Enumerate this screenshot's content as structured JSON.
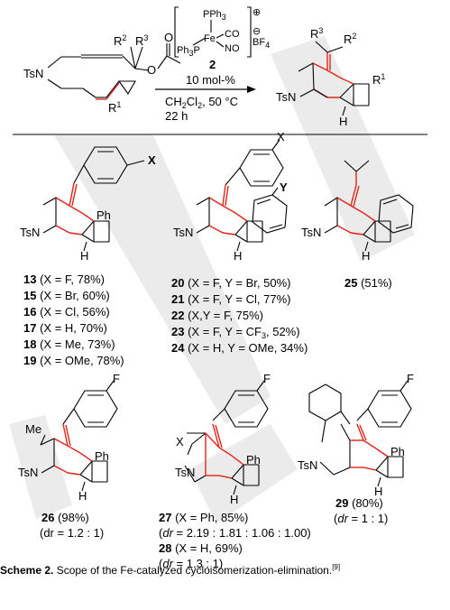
{
  "colors": {
    "accent_red": "#e2231a",
    "watermark": "#ebebeb",
    "text": "#000000"
  },
  "reaction": {
    "catalyst_ligand_top": "PPh",
    "catalyst_ligand_top_sub": "3",
    "catalyst_metal": "Fe",
    "catalyst_co": "CO",
    "catalyst_no": "NO",
    "catalyst_ligand_left": "Ph",
    "catalyst_ligand_left_sub": "3",
    "catalyst_ligand_left_end": "P",
    "catalyst_charge_plus": "⊕",
    "catalyst_charge_minus": "⊖",
    "counterion": "BF",
    "counterion_sub": "4",
    "catalyst_number": "2",
    "loading": "10 mol-%",
    "solvent": "CH",
    "solvent_sub1": "2",
    "solvent_mid": "Cl",
    "solvent_sub2": "2",
    "temperature": ", 50 °C",
    "time": "22 h",
    "sm_ts": "TsN",
    "sm_r2": "R",
    "sm_r2_sup": "2",
    "sm_r3": "R",
    "sm_r3_sup": "3",
    "sm_o": "O",
    "sm_o2": "O",
    "sm_r1": "R",
    "sm_r1_sup": "1",
    "pr_ts": "TsN",
    "pr_r3": "R",
    "pr_r3_sup": "3",
    "pr_r2": "R",
    "pr_r2_sup": "2",
    "pr_r1": "R",
    "pr_r1_sup": "1",
    "pr_h": "H"
  },
  "products": {
    "c13": {
      "ts": "TsN",
      "h": "H",
      "ph": "Ph",
      "x": "X",
      "entries": [
        {
          "num": "13",
          "text": " (X = F, 78%)"
        },
        {
          "num": "15",
          "text": " (X = Br, 60%)"
        },
        {
          "num": "16",
          "text": " (X = Cl, 56%)"
        },
        {
          "num": "17",
          "text": " (X = H, 70%)"
        },
        {
          "num": "18",
          "text": " (X = Me, 73%)"
        },
        {
          "num": "19",
          "text": " (X = OMe, 78%)"
        }
      ]
    },
    "c20": {
      "ts": "TsN",
      "h": "H",
      "x": "X",
      "y": "Y",
      "entries": [
        {
          "num": "20",
          "text": " (X = F, Y = Br, 50%)"
        },
        {
          "num": "21",
          "text": " (X = F, Y = Cl, 77%)"
        },
        {
          "num": "22",
          "text": " (X,Y = F, 75%)"
        },
        {
          "num": "23",
          "text": " (X = F, Y = CF",
          "sub": "3",
          "tail": ", 52%)"
        },
        {
          "num": "24",
          "text": " (X = H, Y = OMe, 34%)"
        }
      ]
    },
    "c25": {
      "ts": "TsN",
      "h": "H",
      "num": "25",
      "text": " (51%)"
    },
    "c26": {
      "ts": "TsN",
      "h": "H",
      "me": "Me",
      "ph": "Ph",
      "f": "F",
      "num": "26",
      "text": " (98%)",
      "dr": "(dr = 1.2 : 1)"
    },
    "c27": {
      "ts": "TsN",
      "h": "H",
      "x": "X",
      "ph": "Ph",
      "f": "F",
      "num": "27",
      "text": " (X = Ph, 85%)",
      "dr_open": "(",
      "dr_label": "dr",
      "dr_rest": " = 2.19 : 1.81 : 1.06 : 1.00)",
      "num2": "28",
      "text2": " (X = H, 69%)",
      "dr2_open": "(",
      "dr2_label": "dr",
      "dr2_rest": " = 1.3 : 1)"
    },
    "c29": {
      "ts": "TsN",
      "h": "H",
      "ph": "Ph",
      "f": "F",
      "num": "29",
      "text": " (80%)",
      "dr_open": "(",
      "dr_label": "dr",
      "dr_rest": " = 1 : 1)"
    }
  },
  "caption": {
    "label": "Scheme 2.",
    "text": " Scope of the Fe-catalyzed cycloisomerization-elimination.",
    "ref": "[9]"
  }
}
